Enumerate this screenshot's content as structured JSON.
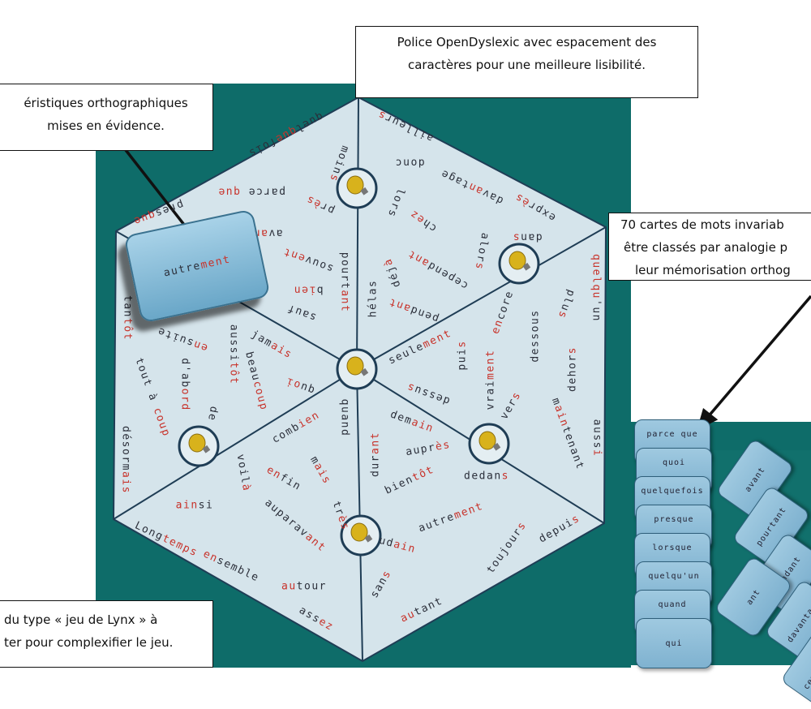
{
  "colors": {
    "table": "#0e6c69",
    "paper": "#d5e4eb",
    "highlight": "#c8322a",
    "ink": "#2b2f3a"
  },
  "callouts": {
    "font": {
      "lines": [
        "Police OpenDyslexic  avec espacement des",
        "caractères pour une meilleure lisibilité."
      ]
    },
    "spelling": {
      "lines": [
        "éristiques orthographiques",
        "mises en évidence."
      ]
    },
    "cards": {
      "lines": [
        "70 cartes de mots invariab",
        "être classés par analogie p",
        "leur mémorisation orthog"
      ]
    },
    "lynx": {
      "lines": [
        "du type « jeu de Lynx » à",
        "ter pour complexifier le jeu."
      ]
    }
  },
  "held_card": {
    "pre": "autre",
    "hl": "ment"
  },
  "board_words": [
    {
      "pre": "quel",
      "hl": "que",
      "post": "fois"
    },
    {
      "pre": "moin",
      "hl": "s",
      "post": ""
    },
    {
      "pre": "parce ",
      "hl": "que",
      "post": ""
    },
    {
      "pre": "pr",
      "hl": "ès",
      "post": ""
    },
    {
      "pre": "pres",
      "hl": "que",
      "post": ""
    },
    {
      "pre": "av",
      "hl": "an",
      "post": ""
    },
    {
      "pre": "souv",
      "hl": "ent",
      "post": ""
    },
    {
      "pre": "b",
      "hl": "ien",
      "post": ""
    },
    {
      "pre": "pourt",
      "hl": "ant",
      "post": ""
    },
    {
      "pre": "sauf",
      "hl": "",
      "post": ""
    },
    {
      "pre": "jam",
      "hl": "ais",
      "post": ""
    },
    {
      "pre": "aussi",
      "hl": "tôt",
      "post": ""
    },
    {
      "pre": "",
      "hl": "en",
      "post": "suite"
    },
    {
      "pre": "tan",
      "hl": "tôt",
      "post": ""
    },
    {
      "pre": "ailleur",
      "hl": "s",
      "post": ""
    },
    {
      "pre": "donc",
      "hl": "",
      "post": ""
    },
    {
      "pre": "dav",
      "hl": "an",
      "post": "tage"
    },
    {
      "pre": "expr",
      "hl": "ès",
      "post": ""
    },
    {
      "pre": "ch",
      "hl": "ez",
      "post": ""
    },
    {
      "pre": "lors",
      "hl": "",
      "post": ""
    },
    {
      "pre": "alor",
      "hl": "s",
      "post": ""
    },
    {
      "pre": "dan",
      "hl": "s",
      "post": ""
    },
    {
      "pre": "cepend",
      "hl": "ant",
      "post": ""
    },
    {
      "pre": "déj",
      "hl": "à",
      "post": ""
    },
    {
      "pre": "hélas",
      "hl": "",
      "post": ""
    },
    {
      "pre": "pend",
      "hl": "ant",
      "post": ""
    },
    {
      "pre": "",
      "hl": "quelqu",
      "post": "'un"
    },
    {
      "pre": "plu",
      "hl": "s",
      "post": ""
    },
    {
      "pre": "",
      "hl": "en",
      "post": "core"
    },
    {
      "pre": "seule",
      "hl": "ment",
      "post": ""
    },
    {
      "pre": "pui",
      "hl": "s",
      "post": ""
    },
    {
      "pre": "dessous",
      "hl": "",
      "post": ""
    },
    {
      "pre": "vrai",
      "hl": "ment",
      "post": ""
    },
    {
      "pre": "dehor",
      "hl": "s",
      "post": ""
    },
    {
      "pre": "dessu",
      "hl": "s",
      "post": ""
    },
    {
      "pre": "dem",
      "hl": "ain",
      "post": ""
    },
    {
      "pre": "ver",
      "hl": "s",
      "post": ""
    },
    {
      "pre": "m",
      "hl": "ain",
      "post": "tenant"
    },
    {
      "pre": "auss",
      "hl": "i",
      "post": ""
    },
    {
      "pre": "dur",
      "hl": "ant",
      "post": ""
    },
    {
      "pre": "aupr",
      "hl": "ès",
      "post": ""
    },
    {
      "pre": "dedan",
      "hl": "s",
      "post": ""
    },
    {
      "pre": "bien",
      "hl": "tôt",
      "post": ""
    },
    {
      "pre": "autre",
      "hl": "ment",
      "post": ""
    },
    {
      "pre": "toujour",
      "hl": "s",
      "post": ""
    },
    {
      "pre": "depui",
      "hl": "s",
      "post": ""
    },
    {
      "pre": "ud",
      "hl": "ain",
      "post": ""
    },
    {
      "pre": "san",
      "hl": "s",
      "post": ""
    },
    {
      "pre": "",
      "hl": "au",
      "post": "tant"
    },
    {
      "pre": "tout à ",
      "hl": "coup",
      "post": ""
    },
    {
      "pre": "d'ab",
      "hl": "ord",
      "post": ""
    },
    {
      "pre": "de",
      "hl": "",
      "post": ""
    },
    {
      "pre": "beau",
      "hl": "coup",
      "post": ""
    },
    {
      "pre": "qu",
      "hl": "oi",
      "post": ""
    },
    {
      "pre": "désorm",
      "hl": "ais",
      "post": ""
    },
    {
      "pre": "comb",
      "hl": "ien",
      "post": ""
    },
    {
      "pre": "quand",
      "hl": "",
      "post": ""
    },
    {
      "pre": "m",
      "hl": "ais",
      "post": ""
    },
    {
      "pre": "",
      "hl": "en",
      "post": "fin"
    },
    {
      "pre": "voil",
      "hl": "à",
      "post": ""
    },
    {
      "pre": "",
      "hl": "ain",
      "post": "si"
    },
    {
      "pre": "auparav",
      "hl": "ant",
      "post": ""
    },
    {
      "pre": "tr",
      "hl": "ès",
      "post": ""
    },
    {
      "pre": "Long",
      "hl": "temps",
      "post": ""
    },
    {
      "pre": "",
      "hl": "en",
      "post": "semble"
    },
    {
      "pre": "",
      "hl": "au",
      "post": "tour"
    },
    {
      "pre": "ass",
      "hl": "ez",
      "post": ""
    }
  ],
  "card_stack_left": [
    "parce que",
    "quoi",
    "quelquefois",
    "presque",
    "lorsque",
    "quelqu'un",
    "quand",
    "qui"
  ],
  "card_stack_right": [
    "avant",
    "pourtant",
    "pendant",
    "davantage",
    "cependant",
    "ant"
  ]
}
